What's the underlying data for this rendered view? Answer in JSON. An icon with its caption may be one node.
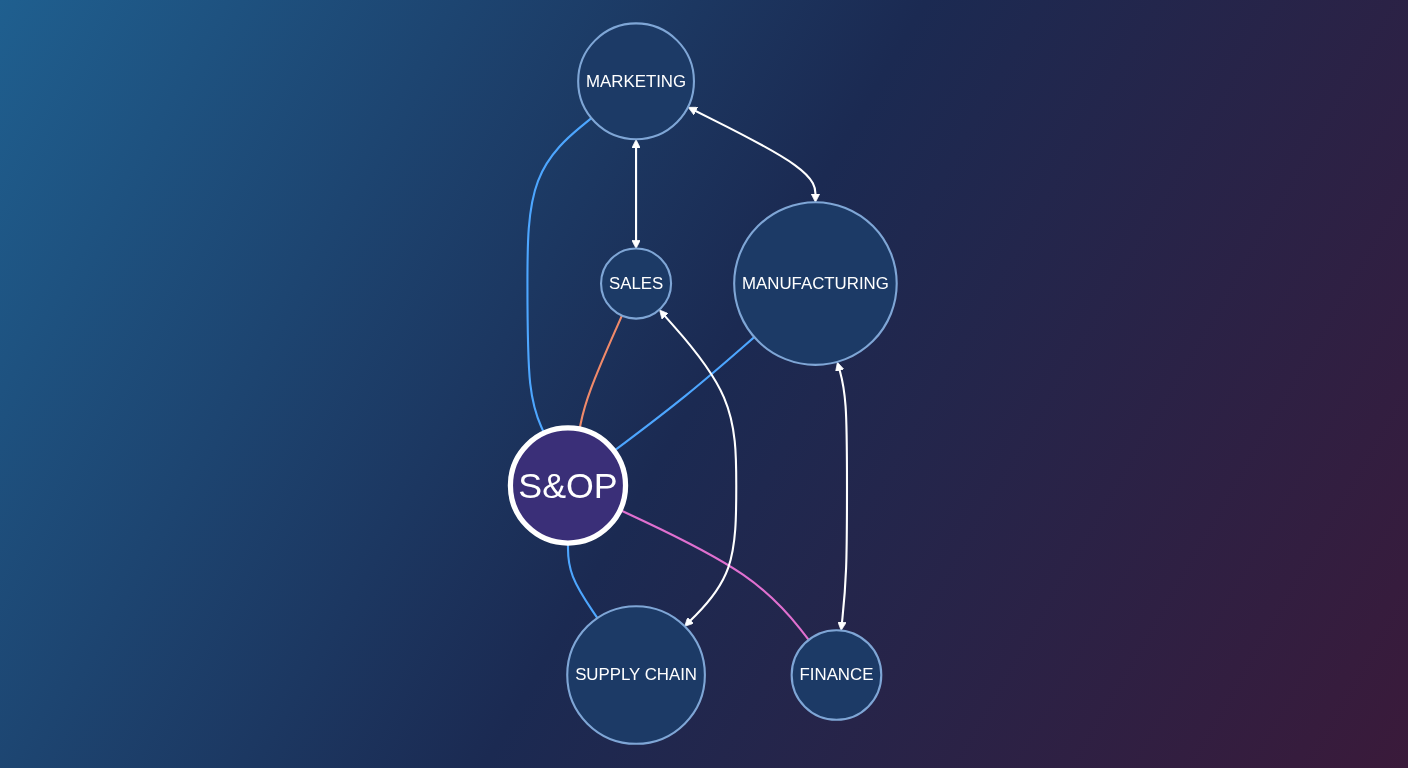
{
  "diagram": {
    "nodes": [
      {
        "text": [
          "MARKETING"
        ]
      },
      {
        "text": [
          "SALES"
        ]
      },
      {
        "text": [
          "MANUFACTURING"
        ]
      },
      {
        "text": [
          "SUPPLY CHAIN"
        ]
      },
      {
        "text": [
          "S&OP"
        ]
      },
      {
        "text": [
          "FINANCE"
        ]
      }
    ],
    "edges": [
      {
        "from": 0,
        "to": 4,
        "arrow": "none",
        "color": "#4da6ff"
      },
      {
        "from": 1,
        "to": 4,
        "arrow": "none",
        "color": "#f08a6a"
      },
      {
        "from": 2,
        "to": 4,
        "arrow": "none",
        "color": "#4da6ff"
      },
      {
        "from": 4,
        "to": 3,
        "arrow": "none",
        "color": "#4da6ff"
      },
      {
        "from": 4,
        "to": 5,
        "arrow": "none",
        "color": "#e070d0"
      },
      {
        "from": 0,
        "to": 1,
        "arrow": "both"
      },
      {
        "from": 0,
        "to": 2,
        "arrow": "both"
      },
      {
        "from": 2,
        "to": 5,
        "arrow": "both"
      },
      {
        "from": 1,
        "to": 3,
        "arrow": "both"
      }
    ]
  }
}
